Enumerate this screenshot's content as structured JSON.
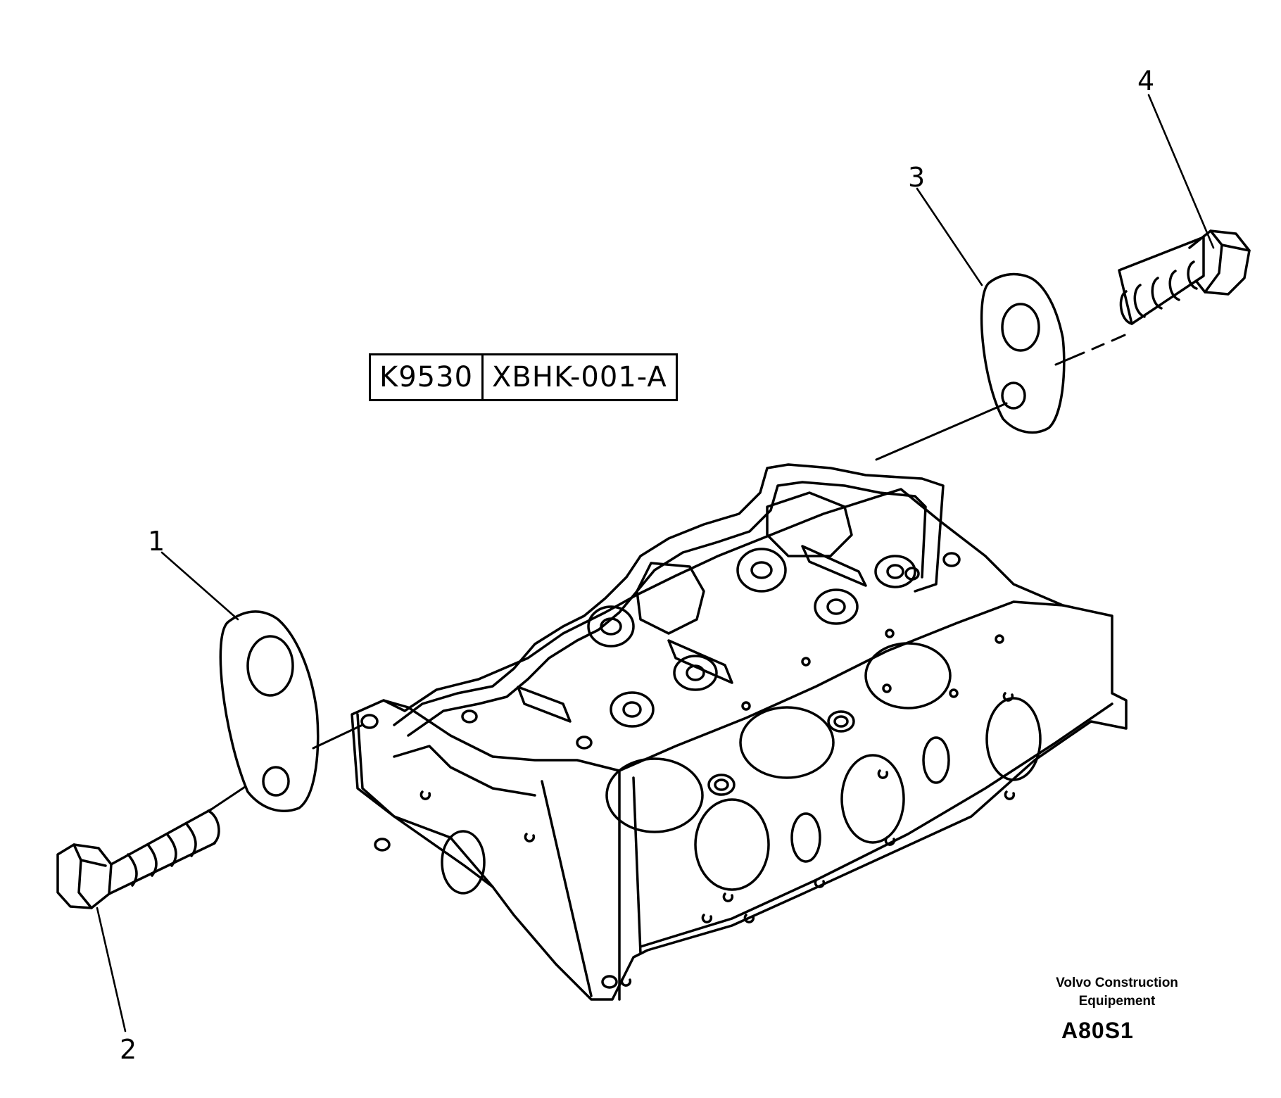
{
  "reference": {
    "code_left": "K9530",
    "code_right": "XBHK-001-A"
  },
  "callouts": [
    "1",
    "2",
    "3",
    "4"
  ],
  "footer": {
    "brand_line1": "Volvo Construction",
    "brand_line2": "Equipement",
    "drawing_code": "A80S1"
  },
  "colors": {
    "ink": "#000000",
    "paper": "#ffffff"
  }
}
